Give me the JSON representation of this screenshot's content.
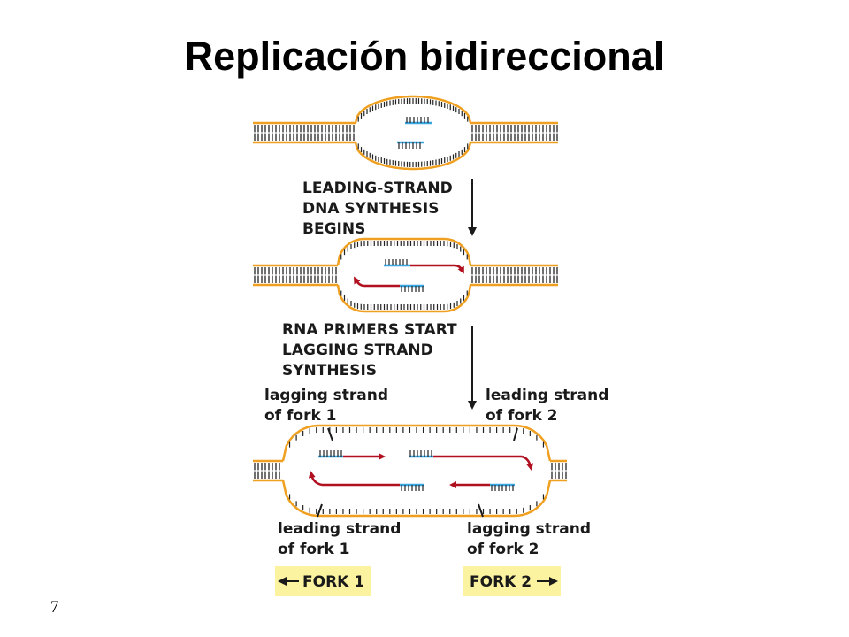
{
  "title": "Replicación bidireccional",
  "steps": {
    "step1": [
      "LEADING-STRAND",
      "DNA SYNTHESIS",
      "BEGINS"
    ],
    "step2": [
      "RNA PRIMERS START",
      "LAGGING STRAND",
      "SYNTHESIS"
    ]
  },
  "labels": {
    "lagging_fork1": [
      "lagging strand",
      "of fork 1"
    ],
    "leading_fork2": [
      "leading strand",
      "of fork 2"
    ],
    "leading_fork1": [
      "leading strand",
      "of fork 1"
    ],
    "lagging_fork2": [
      "lagging strand",
      "of fork 2"
    ]
  },
  "forks": {
    "fork1": "FORK 1",
    "fork2": "FORK 2"
  },
  "page_number": "7",
  "colors": {
    "backbone": "#f0a020",
    "primer": "#3aa6e0",
    "new_strand": "#b01020",
    "fork_box": "#fbf3a0"
  }
}
